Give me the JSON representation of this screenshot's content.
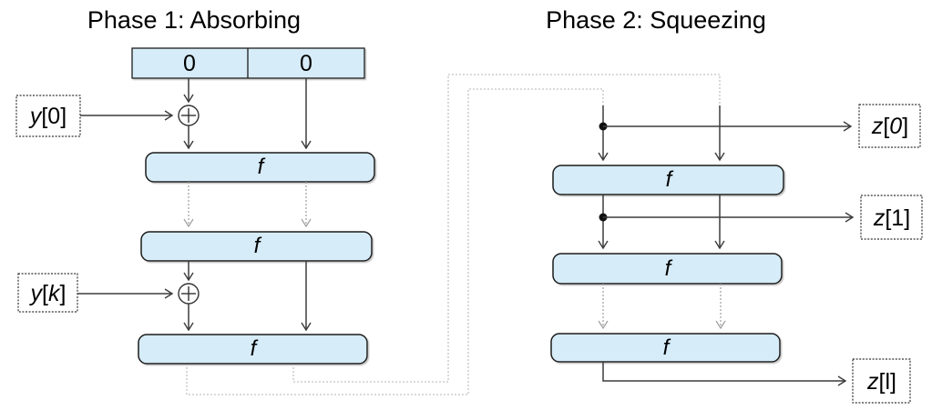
{
  "phase1": {
    "title": "Phase 1: Absorbing",
    "state_cells": [
      "0",
      "0"
    ],
    "f_labels": [
      "f",
      "f",
      "f"
    ]
  },
  "phase2": {
    "title": "Phase 2: Squeezing",
    "f_labels": [
      "f",
      "f",
      "f"
    ]
  },
  "io": {
    "y0": {
      "var": "y",
      "open": "[",
      "idx": "0",
      "close": "]",
      "idx_class": "up"
    },
    "yk": {
      "var": "y",
      "open": "[",
      "idx": "k",
      "close": "]",
      "idx_class": "it"
    },
    "z0": {
      "var": "z",
      "open": "[",
      "idx": "0",
      "close": "]",
      "idx_class": "it"
    },
    "z1": {
      "var": "z",
      "open": "[",
      "idx": "1",
      "close": "]",
      "idx_class": "up"
    },
    "zl": {
      "var": "z",
      "open": "[",
      "idx": "l",
      "close": "]",
      "idx_class": "up"
    }
  },
  "colors": {
    "box_fill": "#d6ecf8",
    "box_border": "#1a1a1a",
    "arrow": "#3c3c3c",
    "dotted_connector": "#9e9e9e",
    "wrap_connector": "#c4c4c4",
    "text": "#000000",
    "background": "#ffffff"
  }
}
